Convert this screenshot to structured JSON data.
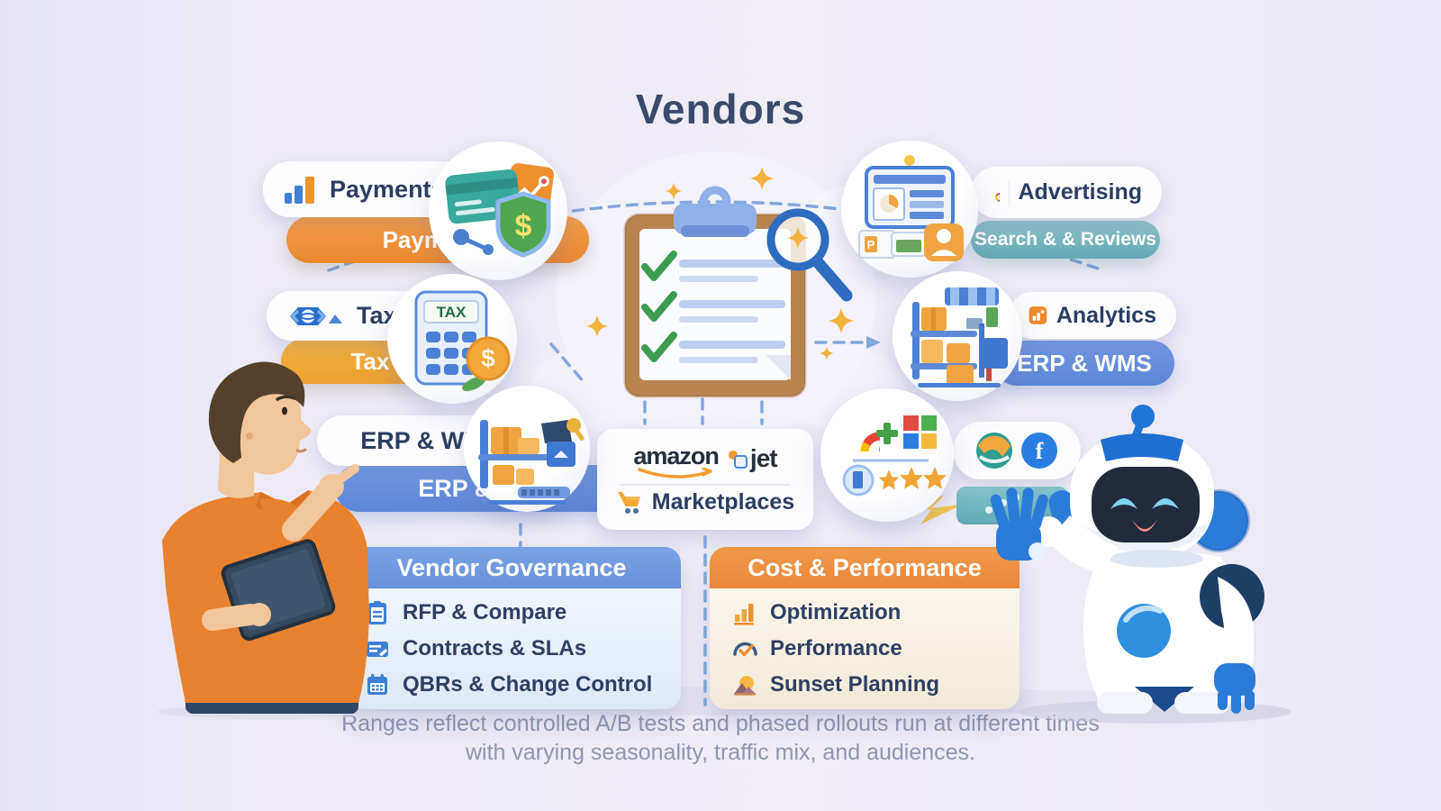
{
  "title": "Vendors",
  "nodes": {
    "payments": {
      "label": "Payments",
      "tag": "Payments"
    },
    "tax": {
      "label": "Tax",
      "tag": "Tax"
    },
    "erp_wms": {
      "label": "ERP & WMS",
      "tag": "ERP & WMS"
    },
    "advertising": {
      "label": "Advertising",
      "tag": "Search & & Reviews"
    },
    "analytics": {
      "label": "Analytics",
      "tag": "ERP & WMS"
    },
    "marketplaces": {
      "brand_left": "amazon",
      "brand_right": "jet",
      "label": "Marketplaces"
    }
  },
  "calculator": {
    "display": "TAX"
  },
  "panels": {
    "governance": {
      "title": "Vendor Governance",
      "items": [
        {
          "icon": "clipboard-icon",
          "label": "RFP & Compare"
        },
        {
          "icon": "contract-icon",
          "label": "Contracts & SLAs"
        },
        {
          "icon": "calendar-icon",
          "label": "QBRs & Change Control"
        }
      ]
    },
    "cost_performance": {
      "title": "Cost & Performance",
      "items": [
        {
          "icon": "bar-chart-icon",
          "label": "Optimization"
        },
        {
          "icon": "gauge-check-icon",
          "label": "Performance"
        },
        {
          "icon": "sunset-icon",
          "label": "Sunset Planning"
        }
      ]
    }
  },
  "caption": {
    "line1": "Ranges reflect controlled A/B tests and phased rollouts run at different times",
    "line2": "with varying seasonality, traffic mix, and audiences."
  },
  "colors": {
    "background": "#e9e7f5",
    "title_text": "#3b4a6b",
    "accent_orange": "#ee8f3a",
    "accent_gold": "#f0ab38",
    "accent_blue": "#5b86d6",
    "accent_teal": "#6cb0ba",
    "panel_text": "#2e3f63"
  }
}
